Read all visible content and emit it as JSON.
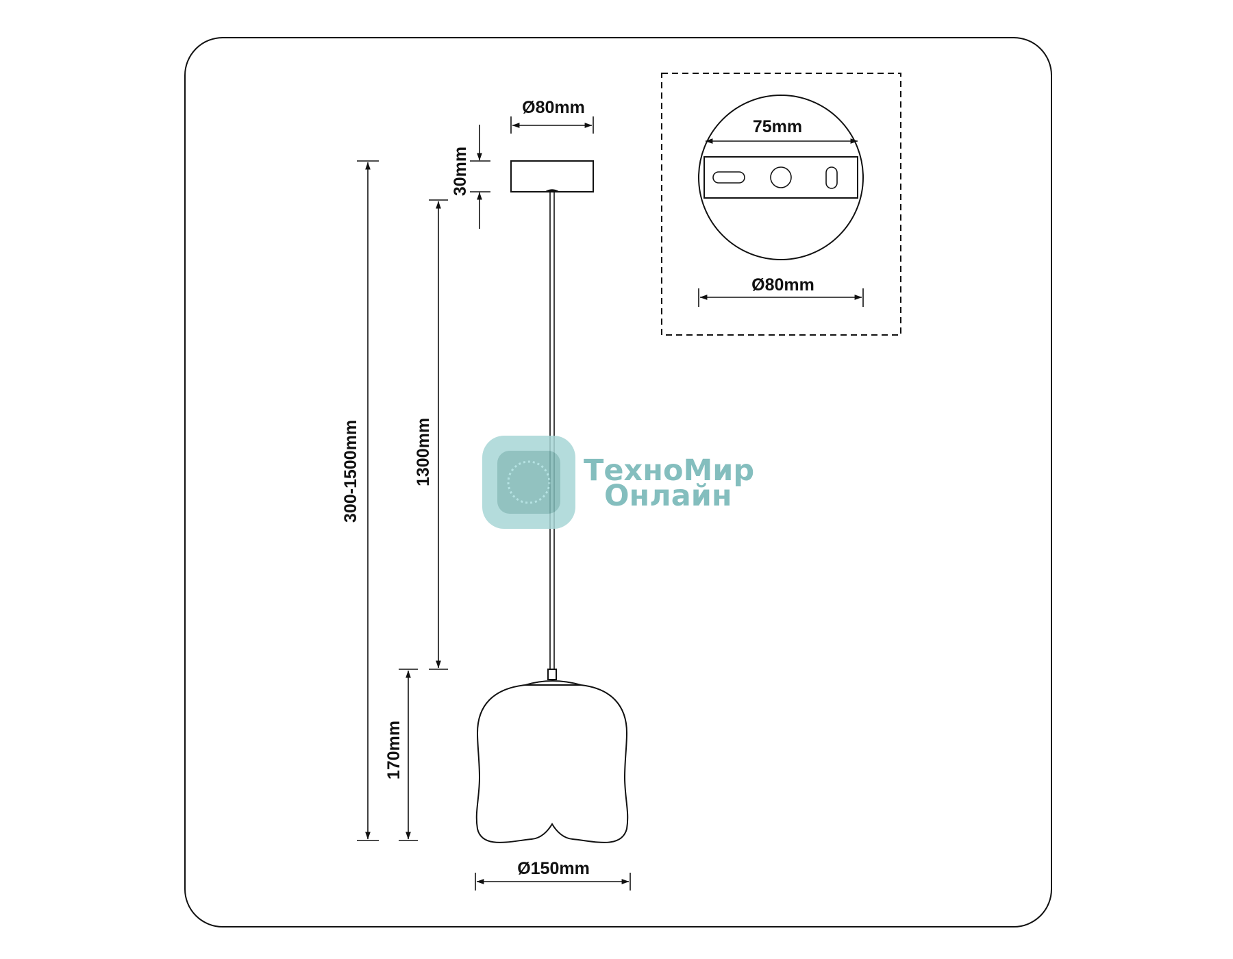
{
  "labels": {
    "canopy_diameter": "Ø80mm",
    "canopy_height": "30mm",
    "bracket_width": "75mm",
    "canopy_top_diameter": "Ø80mm",
    "total_height": "300-1500mm",
    "cable_length": "1300mm",
    "shade_height": "170mm",
    "shade_diameter": "Ø150mm"
  },
  "watermark": {
    "line1": "ТехноМир",
    "line2": "Онлайн",
    "color": "#6fb3b3"
  }
}
